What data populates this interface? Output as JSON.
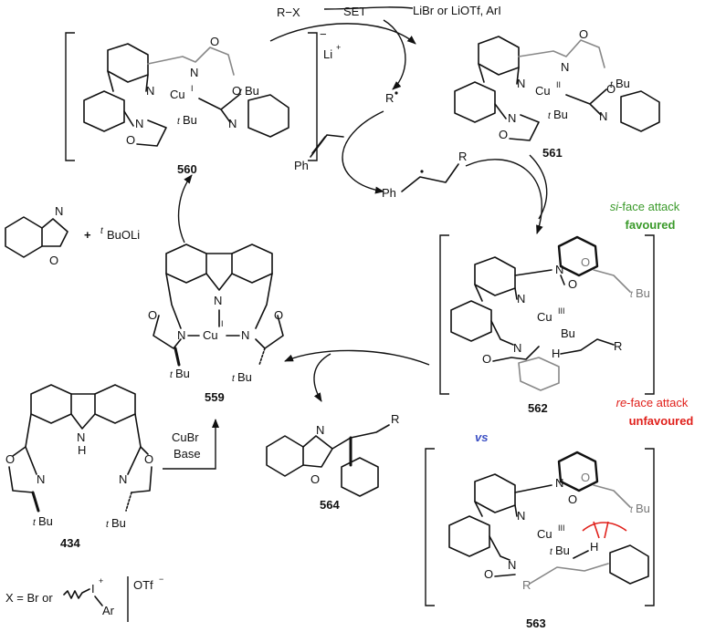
{
  "reagents_top": {
    "rx": "R−X",
    "set": "SET",
    "byproducts": "LiBr or LiOTf, ArI"
  },
  "labels": {
    "radical": "R",
    "styrene_ph": "Ph",
    "benzyl_ph": "Ph",
    "benzyl_r": "R",
    "plus": "+",
    "base_reagent": "BuOLi",
    "base_t": "t",
    "li": "Li",
    "cubr": "CuBr",
    "base": "Base",
    "vs": "vs"
  },
  "compounds": {
    "c560": "560",
    "c561": "561",
    "c562": "562",
    "c563": "563",
    "c559": "559",
    "c564": "564",
    "c434": "434"
  },
  "annotations": {
    "si_prefix": "si",
    "si_rest": "-face attack",
    "si_verdict": "favoured",
    "re_prefix": "re",
    "re_rest": "-face attack",
    "re_verdict": "unfavoured",
    "si_color": "#3a9a2a",
    "re_color": "#e0201b",
    "vs_color": "#3b4fc4"
  },
  "footnote": {
    "x_eq": "X = Br or",
    "iodine": "I",
    "ar": "Ar",
    "otf": "OTf"
  },
  "atoms": {
    "n": "N",
    "o": "O",
    "cu": "Cu",
    "h": "H",
    "bu": "Bu",
    "t": "t",
    "ox_i": "I",
    "ox_ii": "II",
    "ox_iii": "III",
    "ox_i_559": "I"
  }
}
